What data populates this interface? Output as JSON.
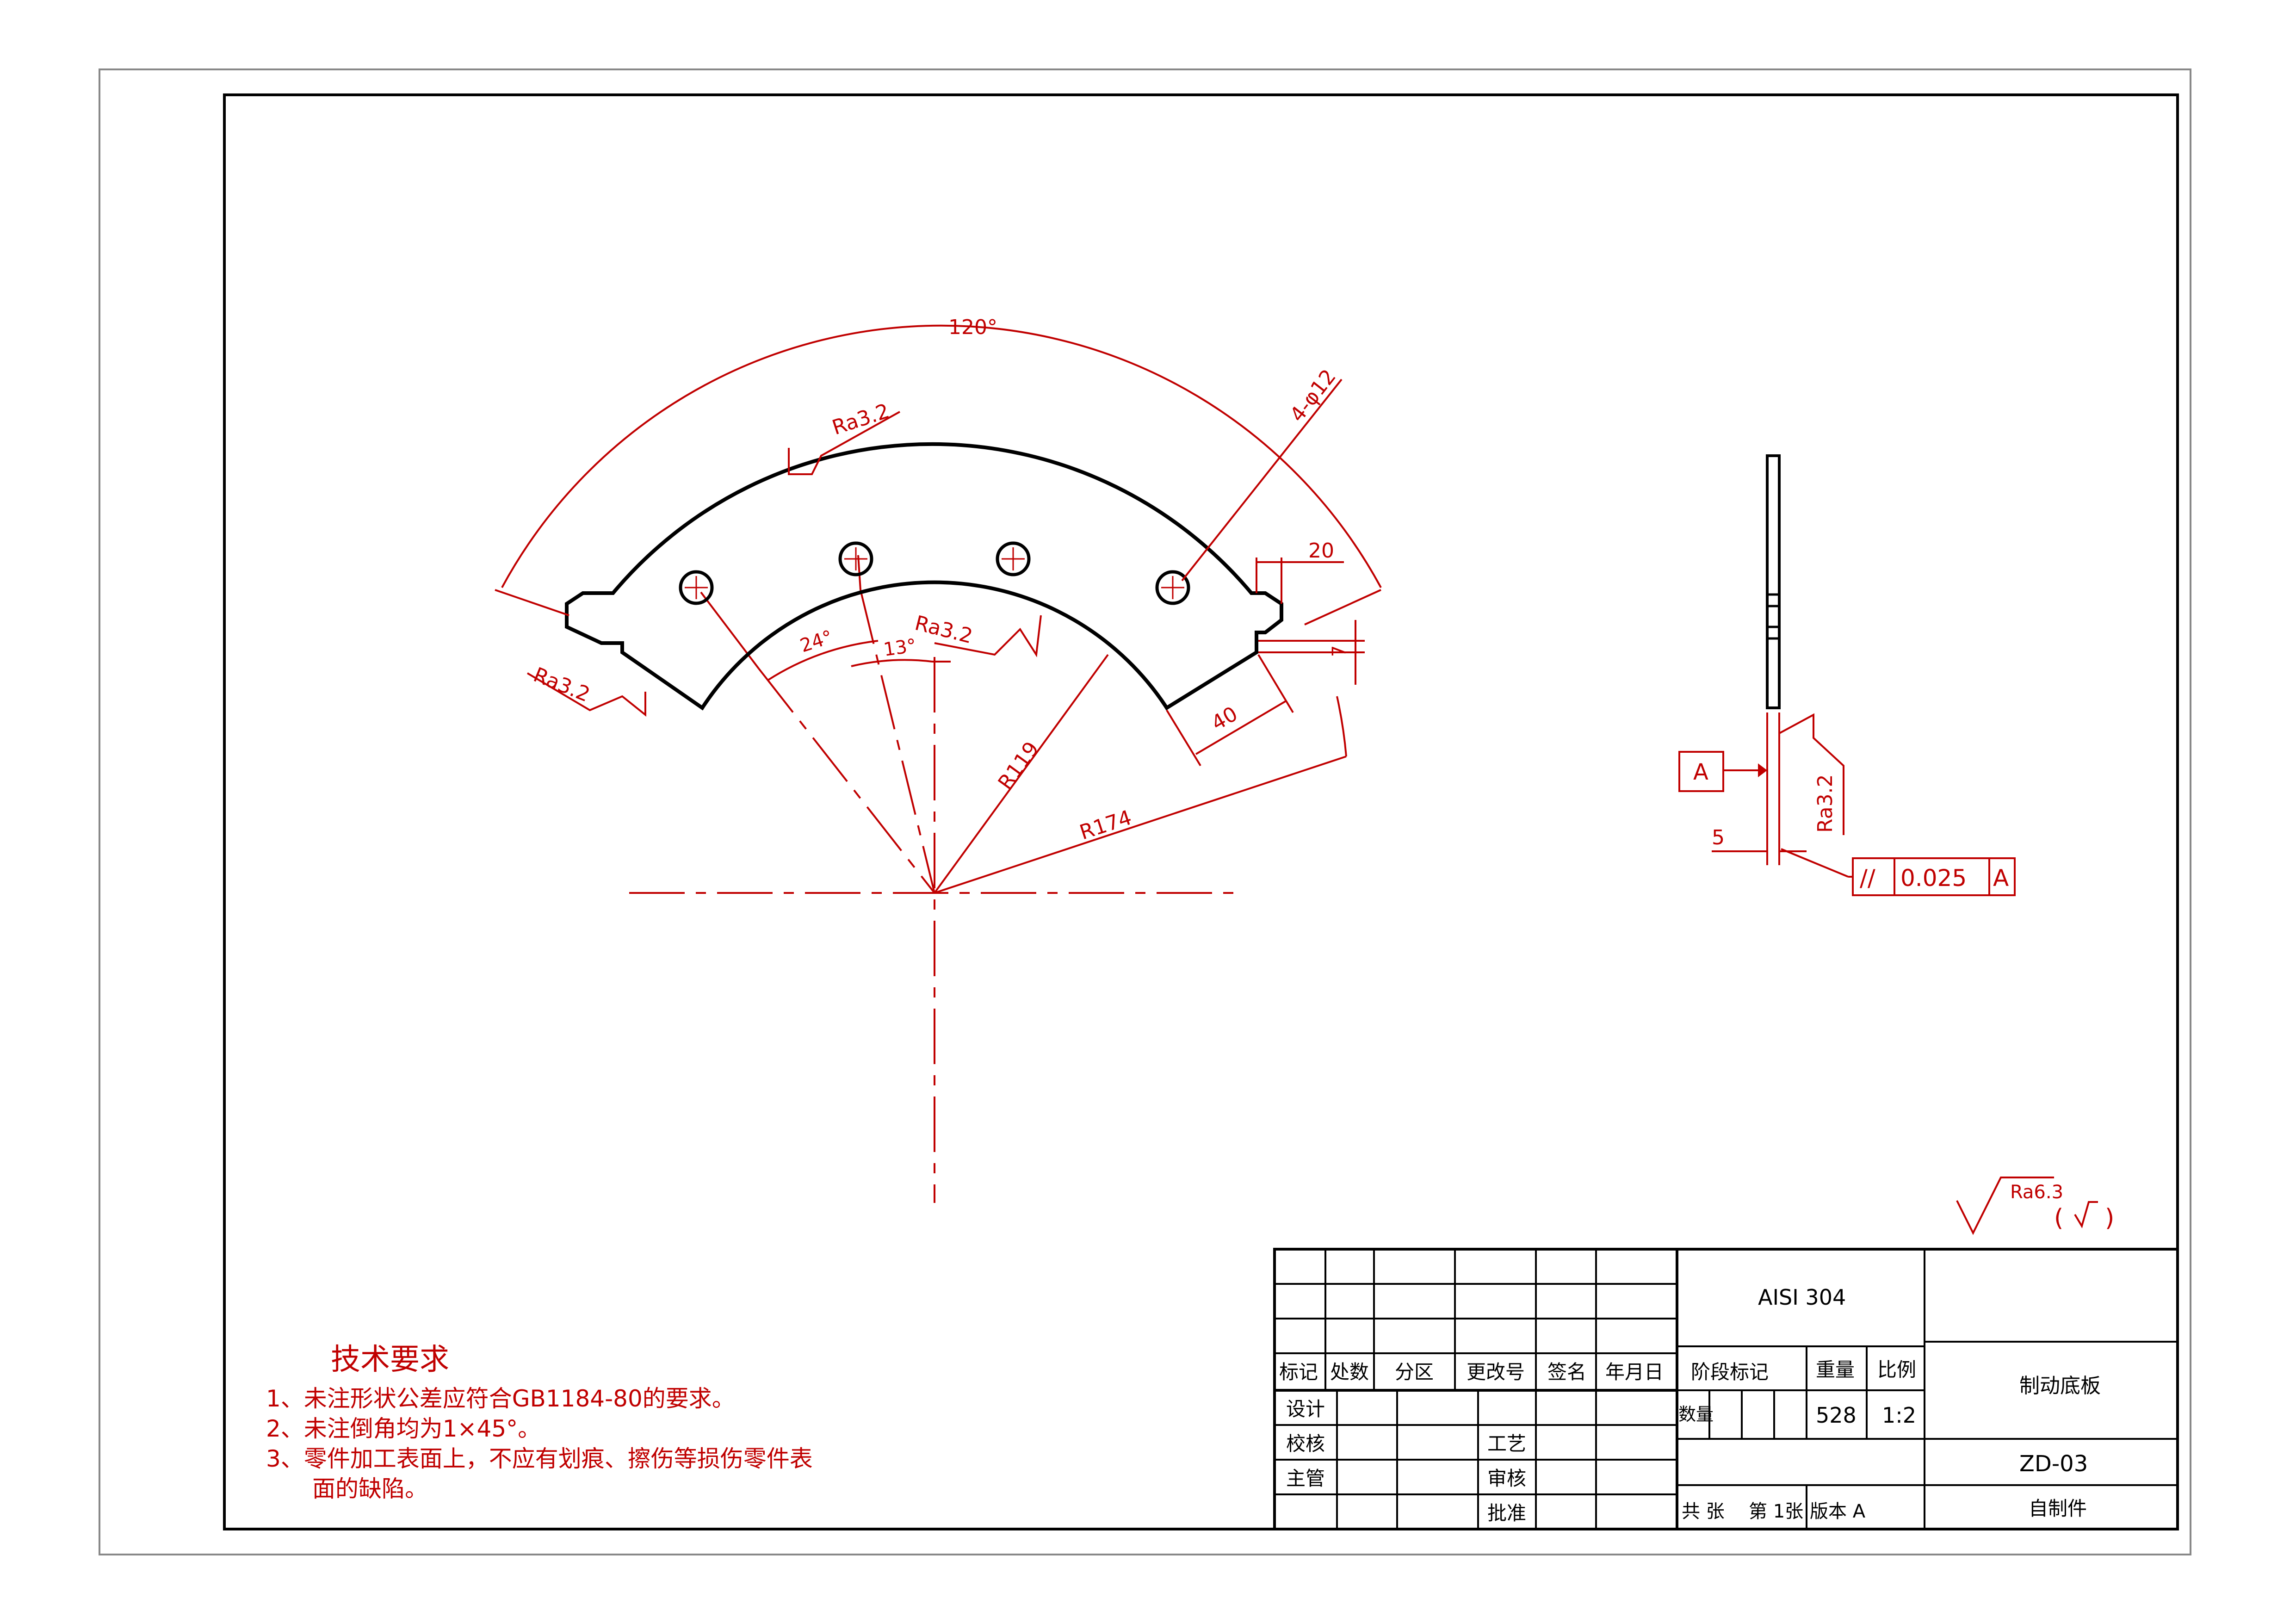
{
  "colors": {
    "outline": "#000000",
    "annotation": "#c00000",
    "background": "#ffffff"
  },
  "front_view": {
    "angle_total": "120°",
    "holes_callout": "4-φ12",
    "roughness_outer": "Ra3.2",
    "roughness_inner": "Ra3.2",
    "roughness_left": "Ra3.2",
    "angle_24": "24°",
    "angle_13": "13°",
    "radius_inner": "R119",
    "radius_outer": "R174",
    "dim_40": "40",
    "dim_20": "20",
    "dim_7": "7"
  },
  "side_view": {
    "datum_label": "A",
    "thickness": "5",
    "roughness": "Ra3.2",
    "tolerance": {
      "symbol": "//",
      "value": "0.025",
      "datum": "A"
    }
  },
  "general_roughness": {
    "value": "Ra6.3",
    "open_paren": "(",
    "close_paren": ")"
  },
  "tech_requirements": {
    "title": "技术要求",
    "line1": "1、未注形状公差应符合GB1184-80的要求。",
    "line2": "2、未注倒角均为1×45°。",
    "line3": "3、零件加工表面上，不应有划痕、擦伤等损伤零件表",
    "line3_cont": "面的缺陷。"
  },
  "title_block": {
    "material": "AISI 304",
    "headers": {
      "mark": "标记",
      "count": "处数",
      "zone": "分区",
      "change_no": "更改号",
      "signature": "签名",
      "date": "年月日"
    },
    "roles": {
      "design": "设计",
      "check": "校核",
      "chief": "主管",
      "process": "工艺",
      "review": "审核",
      "approve": "批准"
    },
    "stage_mark": "阶段标记",
    "weight_label": "重量",
    "scale_label": "比例",
    "quantity_label": "数量",
    "weight_value": "528",
    "scale_value": "1:2",
    "part_name": "制动底板",
    "drawing_no": "ZD-03",
    "sheets_total": "共 张",
    "sheet_no": "第 1张",
    "version": "版本 A",
    "source": "自制件"
  }
}
